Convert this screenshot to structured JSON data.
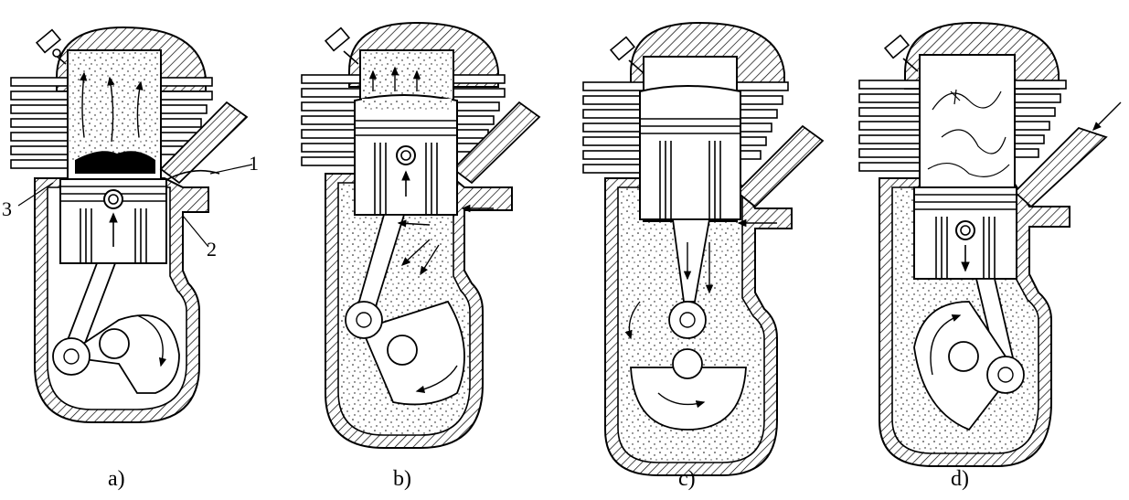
{
  "figure": {
    "panels": [
      {
        "id": "a",
        "caption": "a)"
      },
      {
        "id": "b",
        "caption": "b)"
      },
      {
        "id": "c",
        "caption": "c)"
      },
      {
        "id": "d",
        "caption": "d)"
      }
    ],
    "part_labels": {
      "one": "1",
      "two": "2",
      "three": "3"
    }
  }
}
